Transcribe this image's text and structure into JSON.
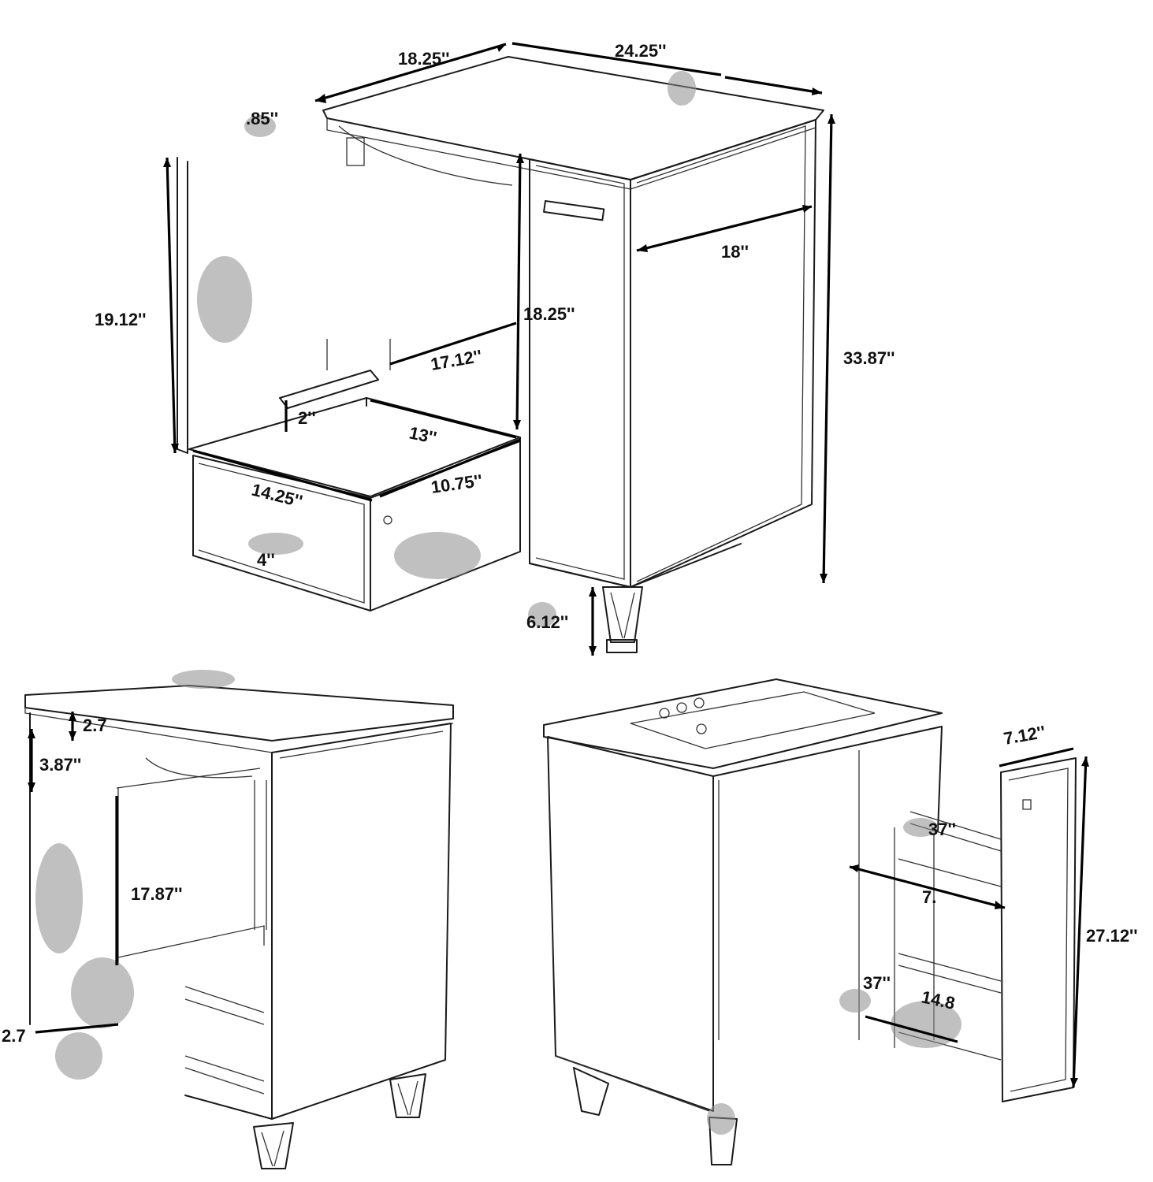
{
  "dimensions": {
    "top_view": {
      "depth_top": "18.25''",
      "width_top": "24.25''",
      "partial_top": ".85''",
      "cabinet_height": "19.12''",
      "inner_height": "18.25''",
      "inner_depth": "17.12''",
      "side_depth": "18''",
      "total_height": "33.87''",
      "drawer_lip": "2''",
      "drawer_depth": "13''",
      "drawer_width": "14.25''",
      "drawer_side": "10.75''",
      "drawer_front": "4''",
      "leg_height": "6.12''"
    },
    "left_view": {
      "top_thickness": "2.7",
      "apron_height": "3.87''",
      "shelf_height": "17.87''",
      "bottom_edge": "2.7"
    },
    "right_view": {
      "pullout_depth": "7.12''",
      "pullout_height": "27.12''",
      "rail_top": "37''",
      "rail_width": "7.",
      "rail_bottom": "37''",
      "rail_length": "14.8"
    }
  }
}
